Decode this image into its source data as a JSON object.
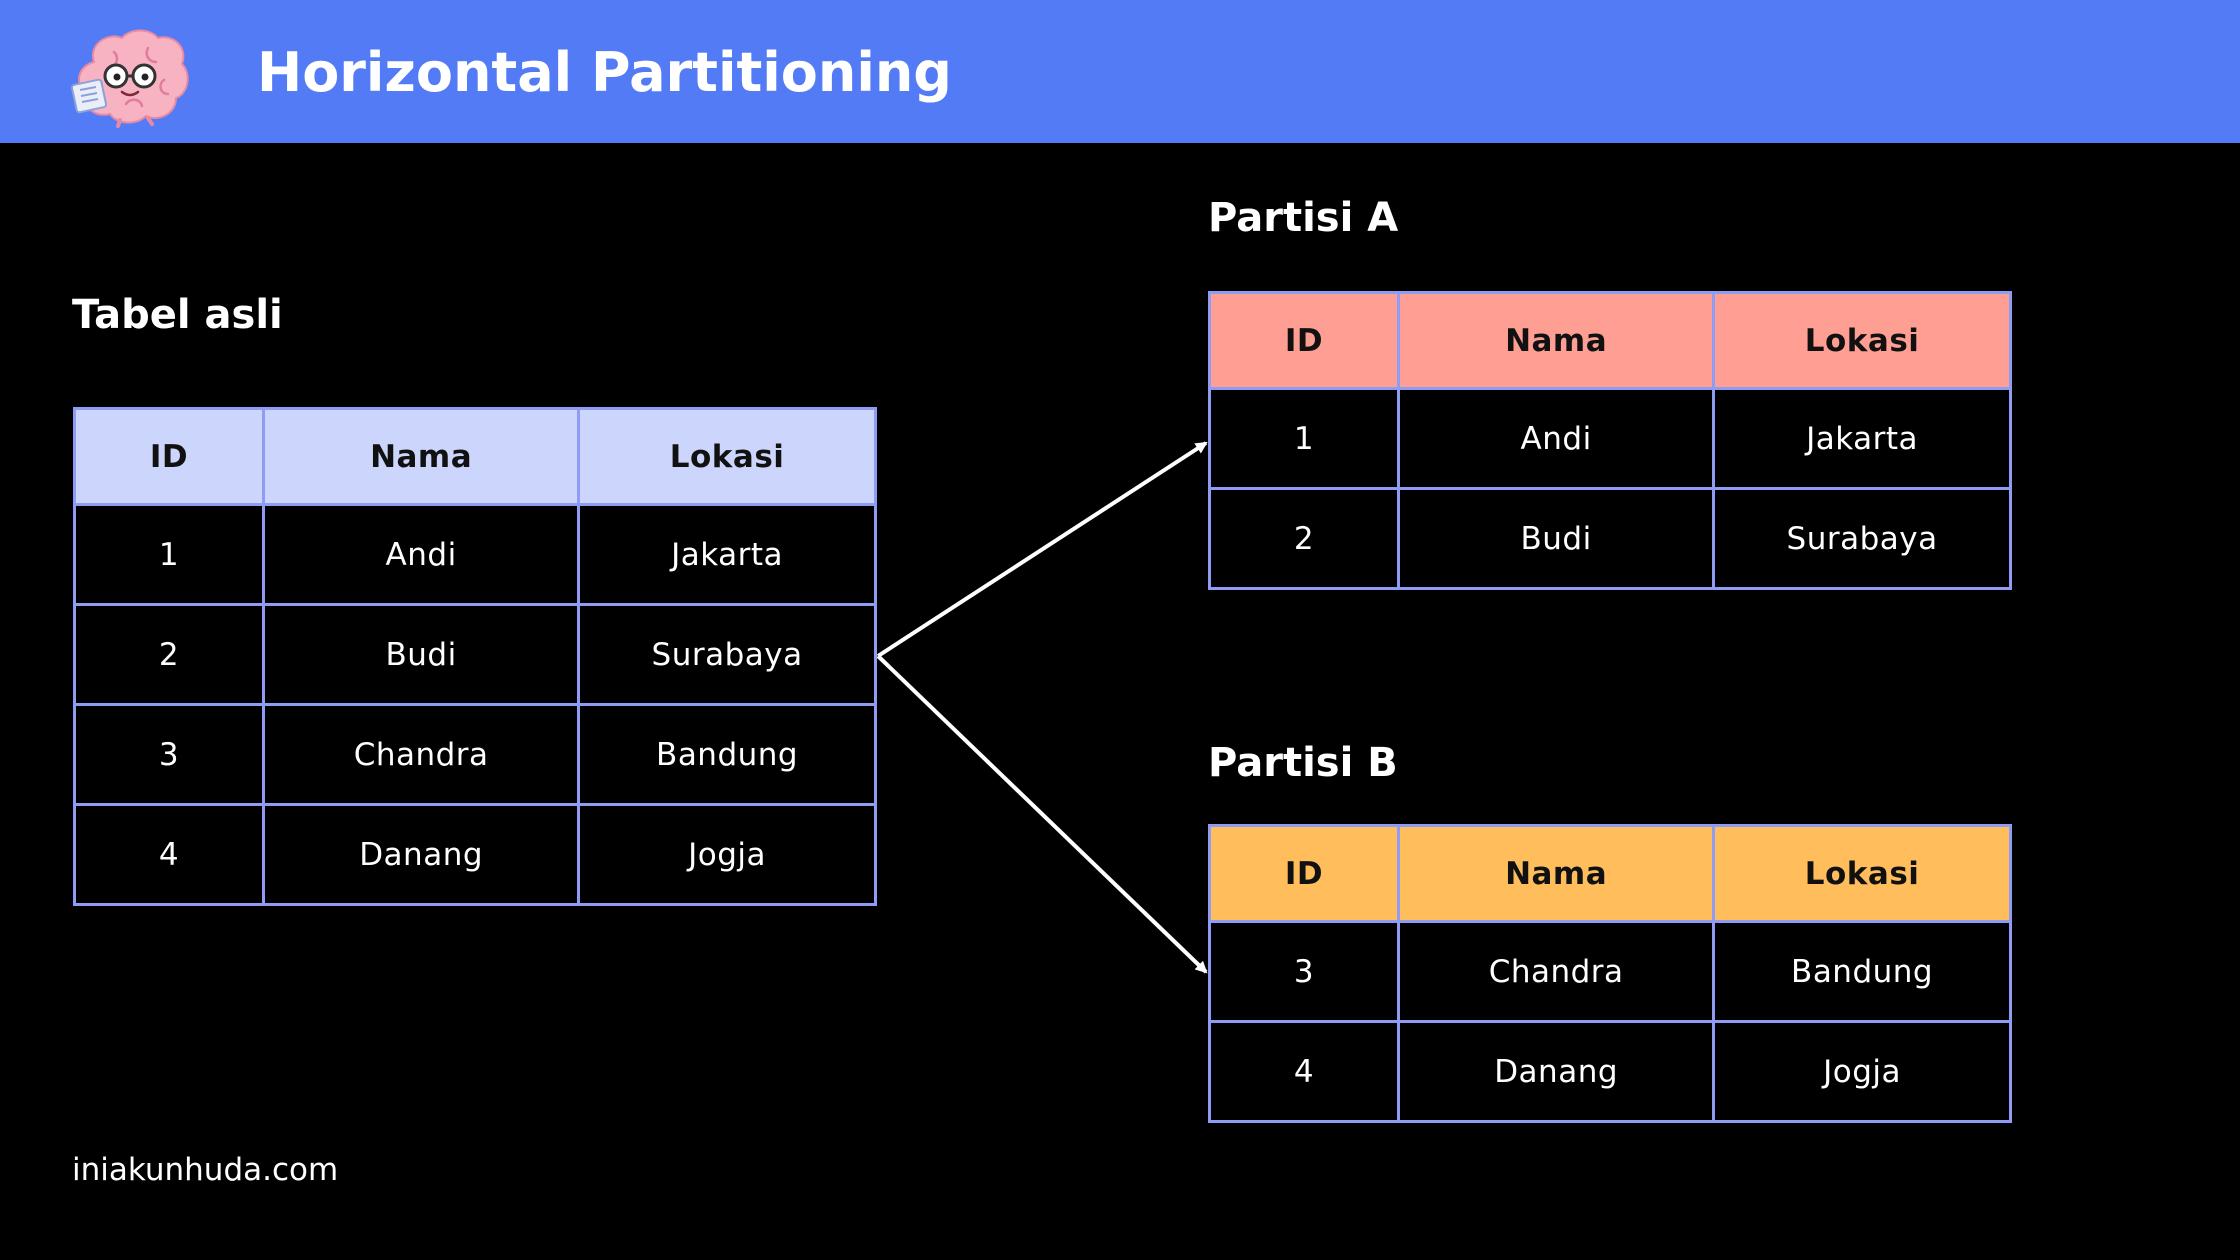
{
  "header": {
    "title": "Horizontal Partitioning",
    "background_color": "#537BF5",
    "logo_icon": "brain-mascot-icon"
  },
  "original_table": {
    "title": "Tabel asli",
    "header_color": "#CCD6FD",
    "columns": [
      "ID",
      "Nama",
      "Lokasi"
    ],
    "rows": [
      [
        "1",
        "Andi",
        "Jakarta"
      ],
      [
        "2",
        "Budi",
        "Surabaya"
      ],
      [
        "3",
        "Chandra",
        "Bandung"
      ],
      [
        "4",
        "Danang",
        "Jogja"
      ]
    ]
  },
  "partition_a": {
    "title": "Partisi A",
    "header_color": "#FF9E93",
    "columns": [
      "ID",
      "Nama",
      "Lokasi"
    ],
    "rows": [
      [
        "1",
        "Andi",
        "Jakarta"
      ],
      [
        "2",
        "Budi",
        "Surabaya"
      ]
    ]
  },
  "partition_b": {
    "title": "Partisi B",
    "header_color": "#FFBD5B",
    "columns": [
      "ID",
      "Nama",
      "Lokasi"
    ],
    "rows": [
      [
        "3",
        "Chandra",
        "Bandung"
      ],
      [
        "4",
        "Danang",
        "Jogja"
      ]
    ]
  },
  "border_color": "#8E9CF3",
  "footer": {
    "text": "iniakunhuda.com"
  }
}
